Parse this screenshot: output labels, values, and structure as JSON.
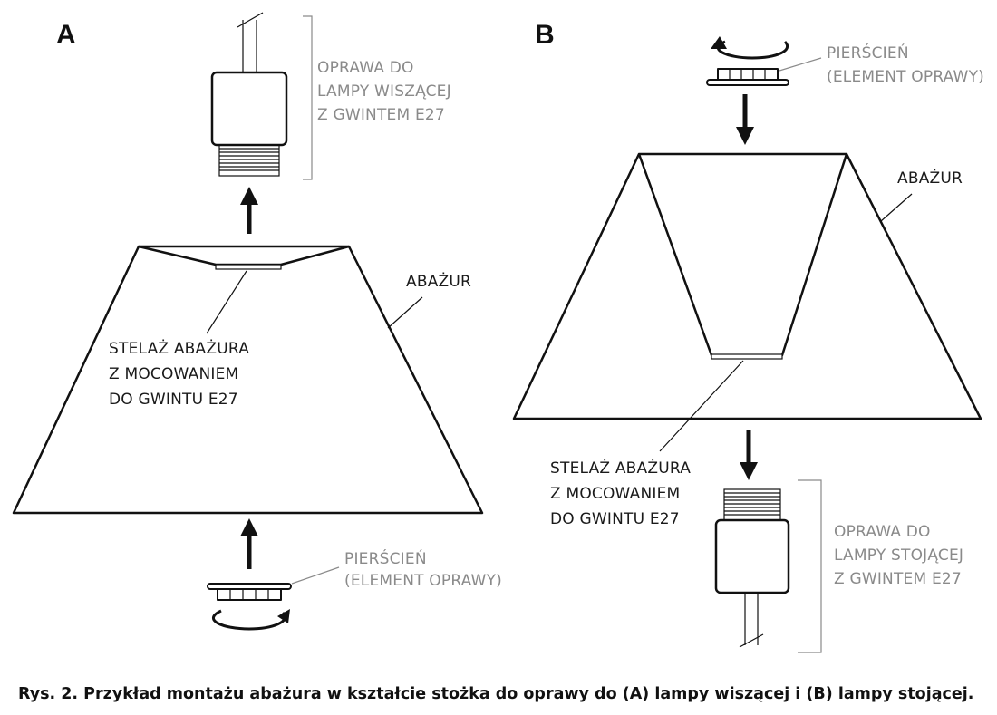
{
  "panel_a": {
    "letter": "A",
    "fixture_label": [
      "OPRAWA DO",
      "LAMPY WISZĄCEJ",
      "Z GWINTEM E27"
    ],
    "shade_label": "ABAŻUR",
    "frame_label": [
      "STELAŻ ABAŻURA",
      "Z MOCOWANIEM",
      "DO GWINTU E27"
    ],
    "ring_label": [
      "PIERŚCIEŃ",
      "(ELEMENT OPRAWY)"
    ]
  },
  "panel_b": {
    "letter": "B",
    "ring_label": [
      "PIERŚCIEŃ",
      "(ELEMENT OPRAWY)"
    ],
    "shade_label": "ABAŻUR",
    "frame_label": [
      "STELAŻ ABAŻURA",
      "Z MOCOWANIEM",
      "DO GWINTU E27"
    ],
    "fixture_label": [
      "OPRAWA DO",
      "LAMPY STOJĄCEJ",
      "Z GWINTEM E27"
    ]
  },
  "caption": "Rys. 2. Przykład montażu abażura w kształcie stożka do oprawy do (A) lampy wiszącej i (B) lampy stojącej."
}
